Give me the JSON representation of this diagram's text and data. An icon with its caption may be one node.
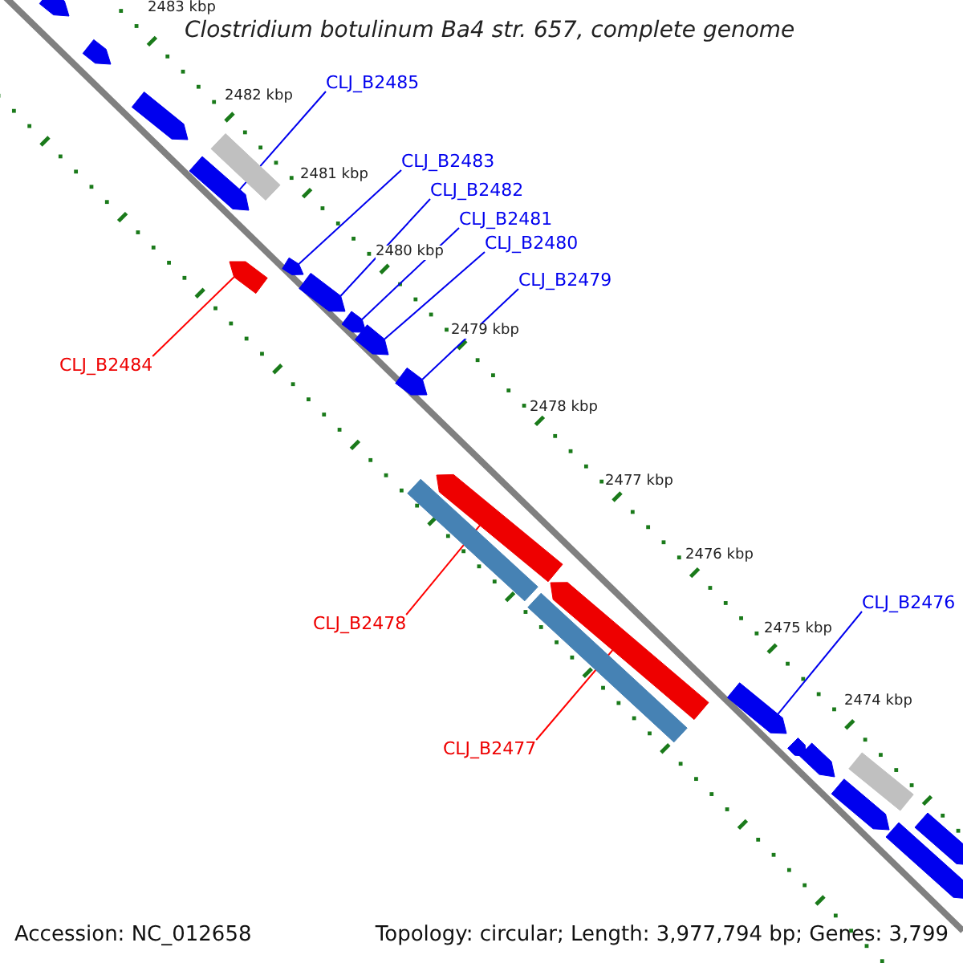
{
  "diagram": {
    "title": "Clostridium botulinum Ba4 str. 657, complete genome",
    "nodes": [
      {
        "text": [],
        "shape": "arrow"
      },
      {
        "text": [],
        "shape": "arrow"
      },
      {
        "text": [],
        "shape": "arrow"
      },
      {
        "text": [],
        "shape": "bar"
      },
      {
        "text": [],
        "shape": "arrow"
      },
      {
        "text": [],
        "shape": "arrow"
      },
      {
        "text": [],
        "shape": "arrow"
      },
      {
        "text": [],
        "shape": "arrow"
      },
      {
        "text": [],
        "shape": "arrow"
      },
      {
        "text": [],
        "shape": "arrow"
      },
      {
        "text": [],
        "shape": "arrow"
      },
      {
        "text": [],
        "shape": "arrow"
      },
      {
        "text": [],
        "shape": "bar"
      },
      {
        "text": [],
        "shape": "arrow"
      },
      {
        "text": [],
        "shape": "bar"
      },
      {
        "text": [],
        "shape": "arrow"
      },
      {
        "text": [],
        "shape": "arrow"
      },
      {
        "text": [],
        "shape": "arrow"
      },
      {
        "text": [],
        "shape": "bar"
      },
      {
        "text": [],
        "shape": "arrow"
      },
      {
        "text": [],
        "shape": "arrow"
      },
      {
        "text": [],
        "shape": "arrow"
      },
      {
        "text": [
          "CLJ_B2485"
        ]
      },
      {
        "text": [
          "CLJ_B2483"
        ]
      },
      {
        "text": [
          "CLJ_B2482"
        ]
      },
      {
        "text": [
          "CLJ_B2481"
        ]
      },
      {
        "text": [
          "CLJ_B2480"
        ]
      },
      {
        "text": [
          "CLJ_B2479"
        ]
      },
      {
        "text": [
          "CLJ_B2484"
        ]
      },
      {
        "text": [
          "CLJ_B2478"
        ]
      },
      {
        "text": [
          "CLJ_B2476"
        ]
      },
      {
        "text": [
          "CLJ_B2477"
        ]
      }
    ],
    "edges": [
      {
        "from": 22,
        "to": 4,
        "arrow": "none"
      },
      {
        "from": 23,
        "to": 6,
        "arrow": "none"
      },
      {
        "from": 24,
        "to": 7,
        "arrow": "none"
      },
      {
        "from": 25,
        "to": 8,
        "arrow": "none"
      },
      {
        "from": 26,
        "to": 9,
        "arrow": "none"
      },
      {
        "from": 27,
        "to": 10,
        "arrow": "none"
      },
      {
        "from": 28,
        "to": 5,
        "arrow": "none",
        "color": "#ff0000"
      },
      {
        "from": 29,
        "to": 11,
        "arrow": "none",
        "color": "#ff0000"
      },
      {
        "from": 30,
        "to": 15,
        "arrow": "none"
      },
      {
        "from": 31,
        "to": 13,
        "arrow": "none",
        "color": "#ff0000"
      }
    ],
    "labels": [
      "2483 kbp",
      "2482 kbp",
      "2481 kbp",
      "2480 kbp",
      "2479 kbp",
      "2478 kbp",
      "2477 kbp",
      "2476 kbp",
      "2475 kbp",
      "2474 kbp",
      "Accession: NC_012658",
      "Topology: circular; Length: 3,977,794 bp; Genes: 3,799"
    ]
  }
}
